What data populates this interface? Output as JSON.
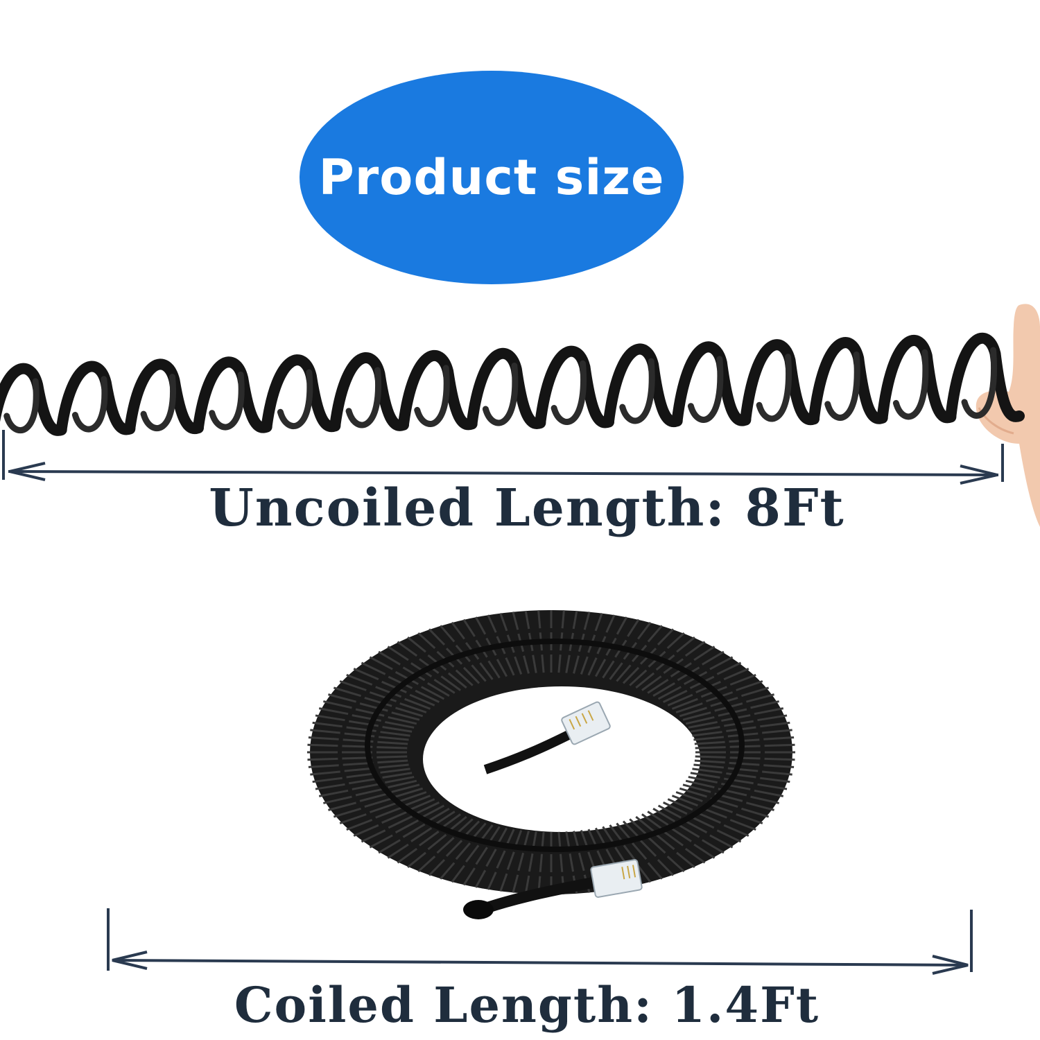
{
  "badge": {
    "text": "Product size",
    "color": "#1a7ae0"
  },
  "uncoiled": {
    "label": "Uncoiled Length:  8Ft"
  },
  "coiled": {
    "label": "Coiled Length:  1.4Ft"
  },
  "colors": {
    "text": "#1f2d3d",
    "cable": "#141414",
    "dimension_line": "#2a3a50"
  }
}
